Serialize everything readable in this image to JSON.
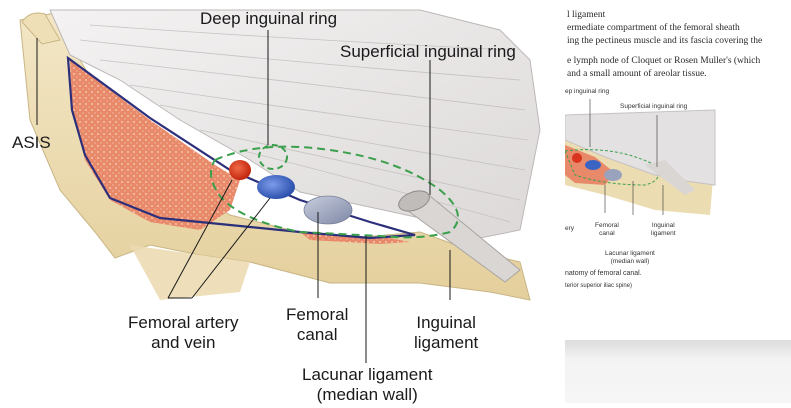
{
  "main_figure": {
    "labels": {
      "deep_ring": "Deep inguinal ring",
      "superficial_ring": "Superficial inguinal ring",
      "asis": "ASIS",
      "femoral_artery_vein_line1": "Femoral artery",
      "femoral_artery_vein_line2": "and vein",
      "femoral_canal_line1": "Femoral",
      "femoral_canal_line2": "canal",
      "inguinal_ligament_line1": "Inguinal",
      "inguinal_ligament_line2": "ligament",
      "lacunar_line1": "Lacunar ligament",
      "lacunar_line2": "(median wall)"
    },
    "colors": {
      "bone": "#ecdcb2",
      "muscle": "#e8896a",
      "ligament_outline": "#2c2f7a",
      "artery": "#d8341e",
      "vein": "#3a64c4",
      "canal": "#9aa3bd",
      "dashed_line": "#3aa04c"
    }
  },
  "side_page": {
    "text_lines": [
      "l ligament",
      "ermediate compartment of the femoral sheath",
      "ing the pectineus muscle and its fascia covering the",
      "e lymph node of Cloquet or Rosen Muller's (which",
      "and a small amount of areolar tissue."
    ],
    "labels": {
      "deep_ring": "ep inguinal ring",
      "superficial_ring": "Superficial inguinal ring",
      "artery": "ery",
      "femoral_line1": "Femoral",
      "femoral_line2": "canal",
      "inguinal_line1": "Inguinal",
      "inguinal_line2": "ligament",
      "lacunar_line1": "Lacunar ligament",
      "lacunar_line2": "(median wall)"
    },
    "caption_line1": "natomy of femoral canal.",
    "caption_line2": "terior superior iliac spine)"
  }
}
